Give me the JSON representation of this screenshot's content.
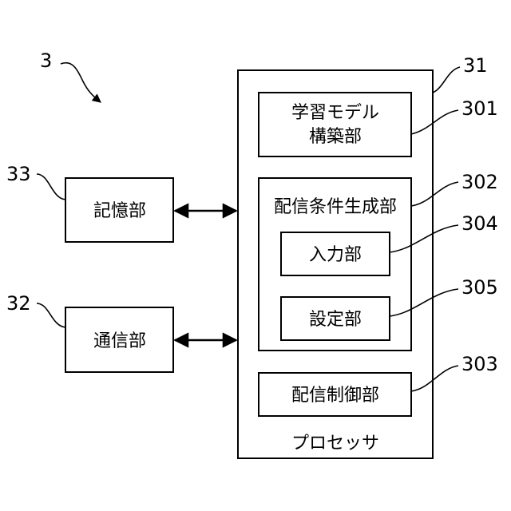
{
  "figure_ref": "3",
  "processor": {
    "ref": "31",
    "label": "プロセッサ"
  },
  "model_builder": {
    "ref": "301",
    "line1": "学習モデル",
    "line2": "構築部"
  },
  "condition_generator": {
    "ref": "302",
    "label": "配信条件生成部"
  },
  "input_unit": {
    "ref": "304",
    "label": "入力部"
  },
  "setting_unit": {
    "ref": "305",
    "label": "設定部"
  },
  "delivery_control": {
    "ref": "303",
    "label": "配信制御部"
  },
  "storage_unit": {
    "ref": "33",
    "label": "記憶部"
  },
  "communication_unit": {
    "ref": "32",
    "label": "通信部"
  }
}
